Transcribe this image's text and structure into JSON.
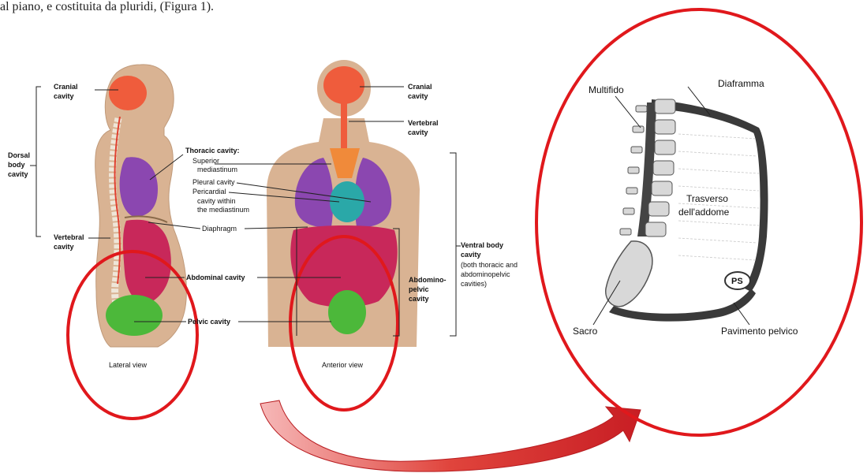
{
  "top_text": "al piano, e costituita da pluridi, (Figura 1).",
  "figure": {
    "labels": {
      "dorsal_body_cavity": [
        "Dorsal",
        "body",
        "cavity"
      ],
      "cranial_cavity_left": [
        "Cranial",
        "cavity"
      ],
      "vertebral_cavity_left": [
        "Vertebral",
        "cavity"
      ],
      "thoracic_cavity": "Thoracic cavity:",
      "superior_mediastinum": [
        "Superior",
        "mediastinum"
      ],
      "pleural_cavity": "Pleural cavity",
      "pericardial_cavity": [
        "Pericardial",
        "cavity within",
        "the mediastinum"
      ],
      "diaphragm": "Diaphragm",
      "abdominal_cavity": "Abdominal cavity",
      "pelvic_cavity": "Pelvic cavity",
      "lateral_view": "Lateral view",
      "anterior_view": "Anterior view",
      "cranial_cavity_right": [
        "Cranial",
        "cavity"
      ],
      "vertebral_cavity_right": [
        "Vertebral",
        "cavity"
      ],
      "ventral_body_cavity": [
        "Ventral body",
        "cavity"
      ],
      "ventral_note": [
        "(both thoracic and",
        "abdominopelvic",
        "cavities)"
      ],
      "abdominopelvic_cavity": [
        "Abdomino-",
        "pelvic",
        "cavity"
      ]
    },
    "core": {
      "multifido": "Multifido",
      "diaframma": "Diaframma",
      "trasverso": [
        "Trasverso",
        "dell'addome"
      ],
      "ps": "PS",
      "sacro": "Sacro",
      "pavimento_pelvico": "Pavimento pelvico"
    },
    "colors": {
      "highlight_ring": "#e0181c",
      "arrow": "#d8282c",
      "cranial": "#ef5c3c",
      "thoracic": "#8b47b0",
      "abdominal": "#c8285a",
      "pelvic": "#4cb83a",
      "pericardial": "#2aa8a8",
      "body": "#d9b393"
    }
  }
}
